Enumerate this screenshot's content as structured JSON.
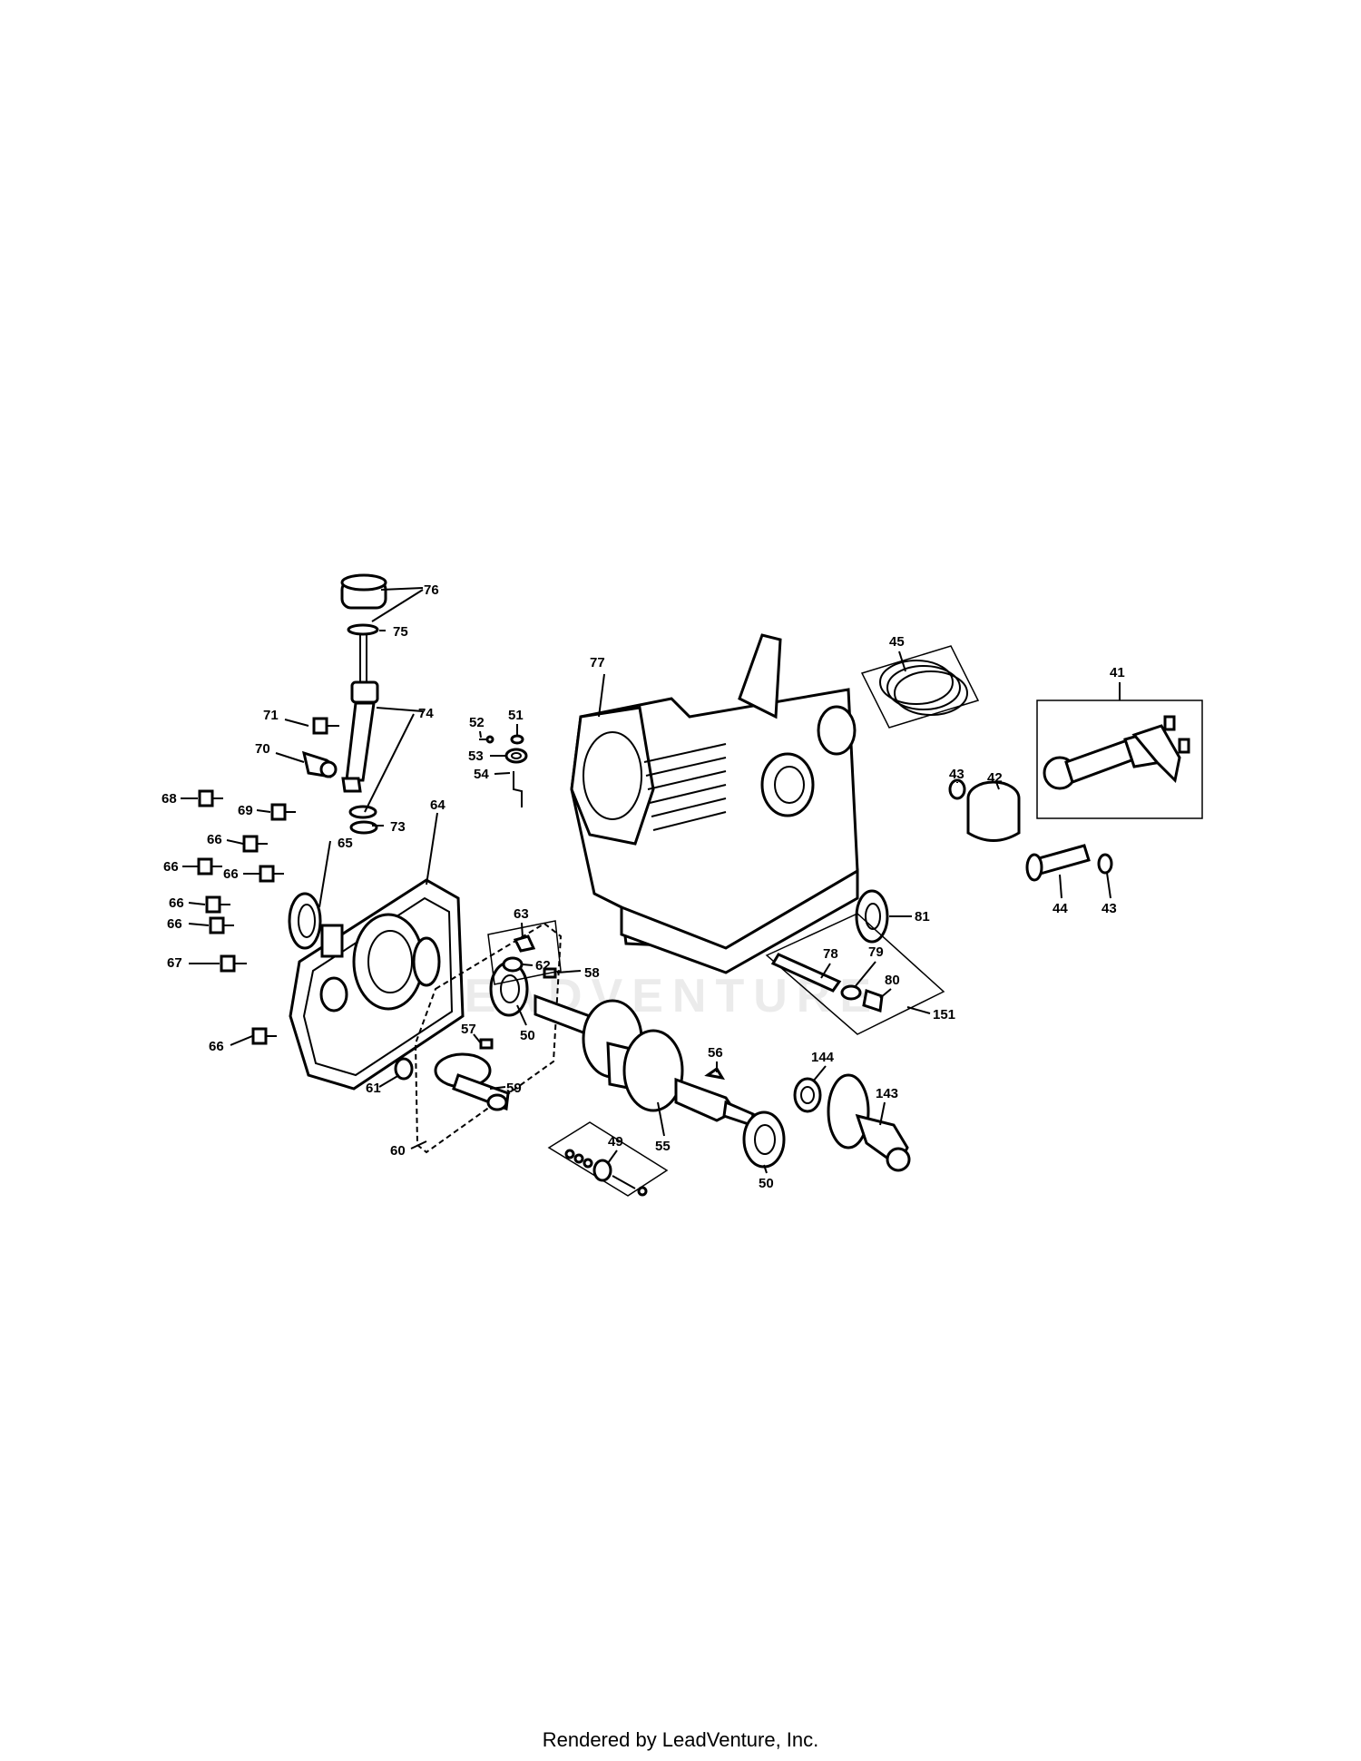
{
  "footer": "Rendered by LeadVenture, Inc.",
  "watermark": "LEADVENTURE",
  "callouts": [
    "76",
    "75",
    "74",
    "71",
    "70",
    "73",
    "68",
    "69",
    "66",
    "66",
    "66",
    "64",
    "65",
    "66",
    "66",
    "67",
    "66",
    "52",
    "51",
    "53",
    "54",
    "63",
    "62",
    "77",
    "45",
    "41",
    "43",
    "42",
    "81",
    "44",
    "43",
    "78",
    "79",
    "80",
    "151",
    "58",
    "50",
    "57",
    "59",
    "61",
    "60",
    "56",
    "144",
    "143",
    "49",
    "55",
    "50"
  ],
  "callout_index": {
    "c76": "76",
    "c75": "75",
    "c74": "74",
    "c71": "71",
    "c70": "70",
    "c73": "73",
    "c68": "68",
    "c69": "69",
    "c66a": "66",
    "c66b": "66",
    "c66c": "66",
    "c64": "64",
    "c65": "65",
    "c66d": "66",
    "c66e": "66",
    "c67": "67",
    "c66f": "66",
    "c52": "52",
    "c51": "51",
    "c53": "53",
    "c54": "54",
    "c63": "63",
    "c62": "62",
    "c77": "77",
    "c45": "45",
    "c41": "41",
    "c43a": "43",
    "c42": "42",
    "c81": "81",
    "c44": "44",
    "c43b": "43",
    "c78": "78",
    "c79": "79",
    "c80": "80",
    "c151": "151",
    "c58": "58",
    "c50a": "50",
    "c57": "57",
    "c59": "59",
    "c61": "61",
    "c60": "60",
    "c56": "56",
    "c144": "144",
    "c143": "143",
    "c49": "49",
    "c55": "55",
    "c50b": "50"
  }
}
